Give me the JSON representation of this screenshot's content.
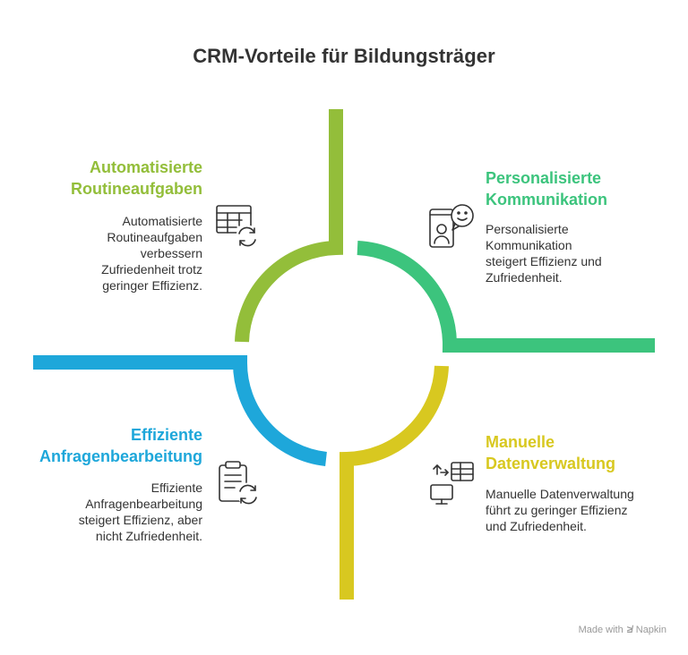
{
  "title": "CRM-Vorteile für Bildungsträger",
  "colors": {
    "green_light": "#93BE3A",
    "green": "#3CC47D",
    "yellow": "#D8C820",
    "blue": "#1EA7DA",
    "text": "#333333"
  },
  "quadrants": {
    "top_left": {
      "heading_lines": [
        "Automatisierte",
        "Routineaufgaben"
      ],
      "desc_lines": [
        "Automatisierte",
        "Routineaufgaben",
        "verbessern",
        "Zufriedenheit trotz",
        "geringer Effizienz."
      ],
      "icon": "table-refresh-icon"
    },
    "top_right": {
      "heading_lines": [
        "Personalisierte",
        "Kommunikation"
      ],
      "desc_lines": [
        "Personalisierte",
        "Kommunikation",
        "steigert Effizienz und",
        "Zufriedenheit."
      ],
      "icon": "personal-chat-icon"
    },
    "bottom_left": {
      "heading_lines": [
        "Effiziente",
        "Anfragenbearbeitung"
      ],
      "desc_lines": [
        "Effiziente",
        "Anfragenbearbeitung",
        "steigert Effizienz, aber",
        "nicht Zufriedenheit."
      ],
      "icon": "clipboard-refresh-icon"
    },
    "bottom_right": {
      "heading_lines": [
        "Manuelle",
        "Datenverwaltung"
      ],
      "desc_lines": [
        "Manuelle Datenverwaltung",
        "führt zu geringer Effizienz",
        "und Zufriedenheit."
      ],
      "icon": "monitor-table-icon"
    }
  },
  "footer": {
    "prefix": "Made with",
    "brand": "Napkin"
  }
}
